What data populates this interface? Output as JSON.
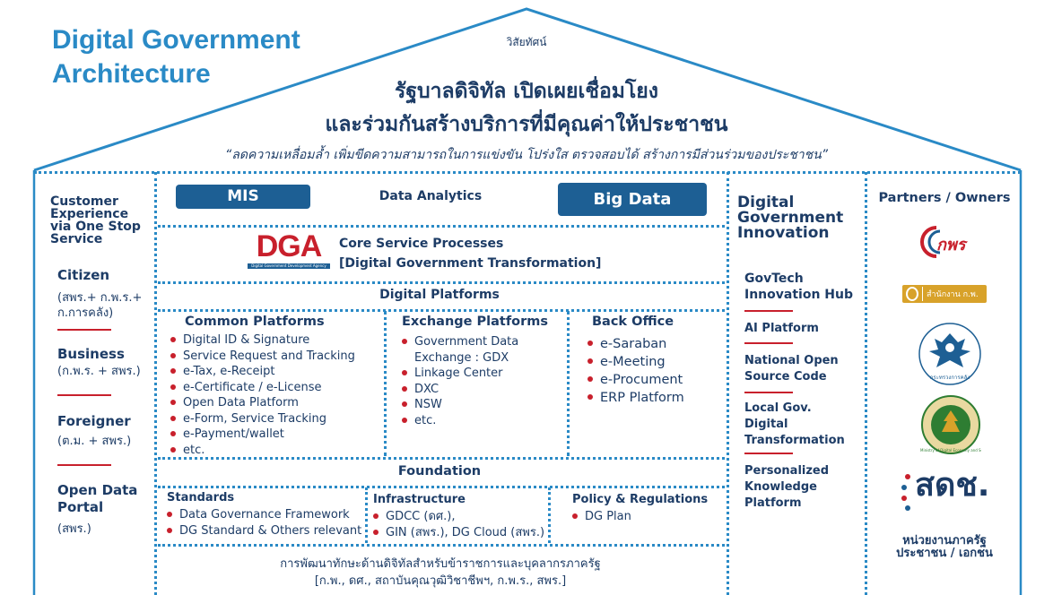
{
  "title_line1": "Digital Government",
  "title_line2": "Architecture",
  "vision_label": "วิสัยทัศน์",
  "vision_line1": "รัฐบาลดิจิทัล เปิดเผยเชื่อมโยง",
  "vision_line2": "และร่วมกันสร้างบริการที่มีคุณค่าให้ประชาชน",
  "vision_quote": "“ลดความเหลื่อมล้ำ เพิ่มขีดความสามารถในการแข่งขัน โปร่งใส ตรวจสอบได้ สร้างการมีส่วนร่วมของประชาชน”",
  "left": {
    "heading": [
      "Customer",
      "Experience",
      "via One Stop",
      "Service"
    ],
    "groups": [
      {
        "name": "Citizen",
        "note": [
          "(สพร.+ ก.พ.ร.+",
          "ก.การคลัง)"
        ]
      },
      {
        "name": "Business",
        "note": [
          "(ก.พ.ร. + สพร.)"
        ]
      },
      {
        "name": "Foreigner",
        "note": [
          "(ต.ม. + สพร.)"
        ]
      },
      {
        "name_lines": [
          "Open Data",
          "Portal"
        ],
        "note": [
          "(สพร.)"
        ]
      }
    ]
  },
  "center": {
    "mis": "MIS",
    "data_analytics": "Data Analytics",
    "big_data": "Big Data",
    "dga_logo": "DGA",
    "dga_logo_sub": "Digital Government Development Agency",
    "core_line1": "Core Service Processes",
    "core_line2": "[Digital Government Transformation]",
    "digital_platforms": "Digital Platforms",
    "common": {
      "title": "Common Platforms",
      "items": [
        "Digital ID & Signature",
        "Service Request and Tracking",
        "e-Tax, e-Receipt",
        "e-Certificate / e-License",
        "Open Data Platform",
        "e-Form,  Service Tracking",
        "e-Payment/wallet",
        "etc."
      ]
    },
    "exchange": {
      "title": "Exchange Platforms",
      "items": [
        [
          "Government Data",
          "Exchange : GDX"
        ],
        [
          "Linkage Center"
        ],
        [
          "DXC"
        ],
        [
          "NSW"
        ],
        [
          "etc."
        ]
      ]
    },
    "backoffice": {
      "title": "Back Office",
      "items": [
        "e-Saraban",
        "e-Meeting",
        "e-Procument",
        "ERP Platform"
      ]
    },
    "foundation": "Foundation",
    "standards": {
      "title": "Standards",
      "items": [
        "Data Governance Framework",
        "DG Standard & Others relevant"
      ]
    },
    "infrastructure": {
      "title": "Infrastructure",
      "items": [
        "GDCC (ดศ.),",
        "GIN (สพร.), DG Cloud (สพร.)"
      ]
    },
    "policy": {
      "title": "Policy & Regulations",
      "items": [
        "DG Plan"
      ]
    },
    "bottom_line1": "การพัฒนาทักษะด้านดิจิทัลสำหรับข้าราชการและบุคลากรภาครัฐ",
    "bottom_line2": "[ก.พ., ดศ., สถาบันคุณวุฒิวิชาชีพฯ, ก.พ.ร., สพร.]"
  },
  "innovation": {
    "heading": [
      "Digital",
      "Government",
      "Innovation"
    ],
    "items": [
      [
        "GovTech",
        "Innovation Hub"
      ],
      [
        "AI Platform"
      ],
      [
        "National Open",
        "Source Code"
      ],
      [
        "Local Gov.",
        "Digital",
        "Transformation"
      ],
      [
        "Personalized",
        "Knowledge",
        "Platform"
      ]
    ]
  },
  "partners": {
    "heading": "Partners / Owners",
    "logo1": "กพร",
    "logo2": "สำนักงาน ก.พ.",
    "logo3": "กระทรวงการคลัง",
    "logo4": "Ministry of Digital Economy and Society",
    "logo5": "สดช.",
    "footer": [
      "หน่วยงานภาครัฐ",
      "ประชาชน / เอกชน"
    ]
  },
  "colors": {
    "accent": "#2a8ac6",
    "navy": "#1d3c66",
    "bullet_red": "#c8202c",
    "pill": "#1d5f94"
  }
}
